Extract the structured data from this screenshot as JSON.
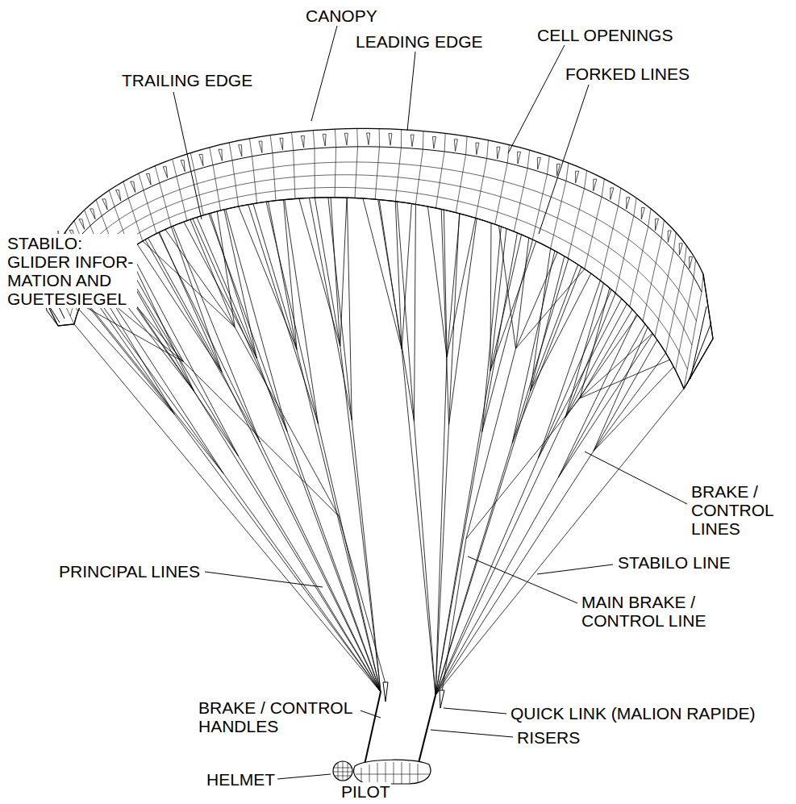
{
  "diagram": {
    "labels": [
      "CANOPY",
      "LEADING EDGE",
      "CELL OPENINGS",
      "TRAILING EDGE",
      "FORKED LINES",
      "STABILO: GLIDER INFOR- MATION AND GUETESIEGEL",
      "BRAKE / CONTROL LINES",
      "STABILO LINE",
      "MAIN BRAKE / CONTROL LINE",
      "PRINCIPAL LINES",
      "BRAKE / CONTROL HANDLES",
      "QUICK LINK (MALION RAPIDE)",
      "RISERS",
      "HELMET",
      "PILOT"
    ]
  }
}
